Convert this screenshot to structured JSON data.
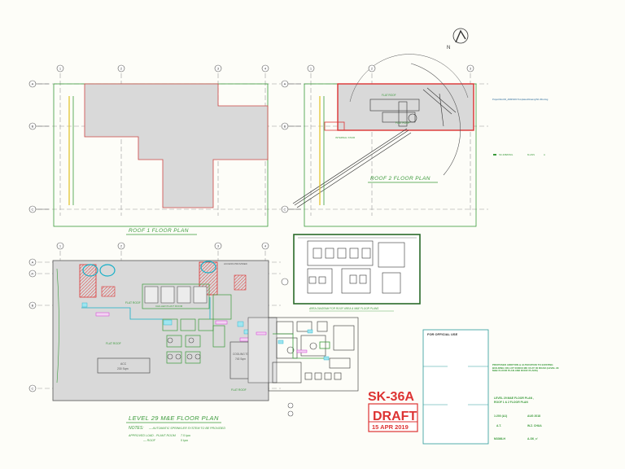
{
  "drawing": {
    "sheet_number": "SK-36A",
    "stamp": "DRAFT",
    "date": "15 APR 2019"
  },
  "grid_labels": {
    "columns": [
      "1",
      "2",
      "3",
      "4"
    ],
    "rows": [
      "A",
      "B",
      "C"
    ],
    "extra_row": "A'"
  },
  "plans": {
    "roof1_title": "ROOF 1 FLOOR PLAN",
    "roof2_title": "ROOF 2 FLOOR PLAN",
    "level29_title": "LEVEL 29 M&E FLOOR PLAN",
    "roof2_label": "FLAT ROOF",
    "roof2_side_note": "INTERNAL STAIR",
    "key_plan_caption": "AREA DIAGRAM FOR ROOF AREA & M&E FLOOR PLANS"
  },
  "level29_rooms": {
    "flat_roof_1": "FLAT ROOF",
    "flat_roof_2": "FLAT ROOF",
    "flat_roof_3": "FLAT ROOF",
    "acc": "ACC",
    "acc_area": "230 Sqm",
    "cooling_tower": "COOLING TOWER",
    "cooling_tower_area": "743 Sqm",
    "cool_plant": "CHILLER PLANT ROOM"
  },
  "notes": {
    "heading": "NOTES:",
    "line1": "— AUTOMATIC SPRINKLER SYSTEM TO BE PROVIDED",
    "line2": "APPROVED LOAD - PLANT ROOM",
    "val1": "7.5 kpa",
    "line3": "— ROOF",
    "val2": "5 kpa"
  },
  "title_block": {
    "official_use": "FOR OFFICIAL USE",
    "remark": "PROPOSED ADDITION & ALTERATION TO EXISTING BUILDING ON LOT 00000X MK 00 AT 00 ROAD (LEVEL 29 M&E FLOOR PLAN AND ROOF PLANS)",
    "drawing_title_1": "LEVEL 29 M&E FLOOR PLAN ,",
    "drawing_title_2": "ROOF 1 & 2 FLOOR PLAN",
    "scale_label": "1:200 (A1)",
    "scale_value": "AUG 2018",
    "drawn_label": "A.T.",
    "drawn_value": "W.Z. CHUA",
    "job_label": "M3366-H",
    "job_value": "A-SK_r/"
  },
  "top_right_note": "Project/Doc/00_ADMIN/00 Templates/Drawing/SK-36A.dwg"
}
